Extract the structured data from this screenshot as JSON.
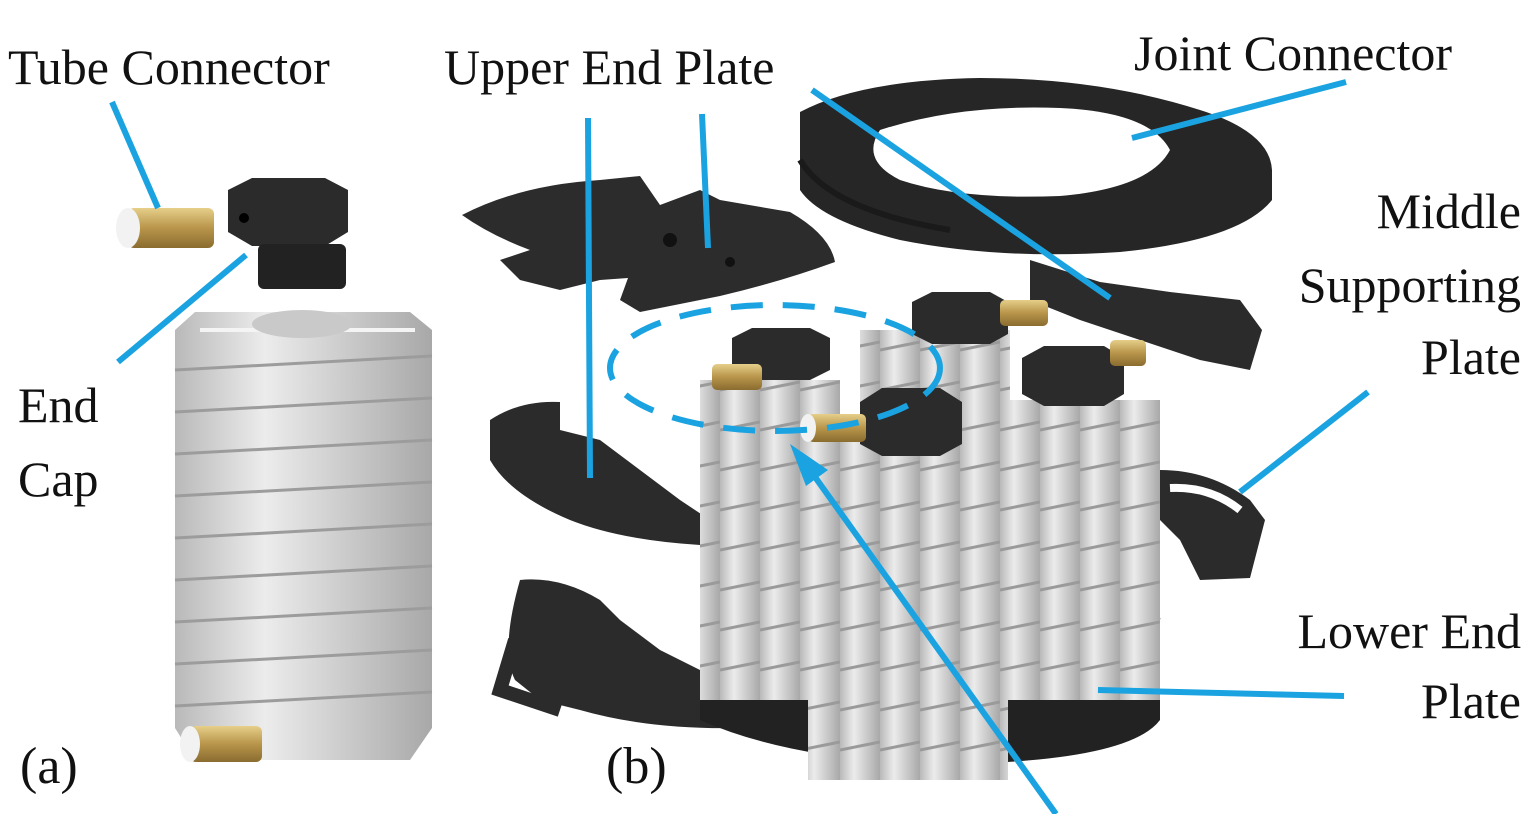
{
  "labels": {
    "tube_connector": "Tube Connector",
    "end_cap_line1": "End",
    "end_cap_line2": "Cap",
    "upper_end_plate": "Upper End Plate",
    "joint_connector": "Joint Connector",
    "middle_supporting_plate_line1": "Middle",
    "middle_supporting_plate_line2": "Supporting",
    "middle_supporting_plate_line3": "Plate",
    "lower_end_plate_line1": "Lower End",
    "lower_end_plate_line2": "Plate"
  },
  "panels": {
    "a": "(a)",
    "b": "(b)"
  },
  "colors": {
    "leader": "#1aa3e0",
    "plate": "#2b2b2b",
    "bellow": "#d9d9d9",
    "connector": "#c8a85a"
  }
}
